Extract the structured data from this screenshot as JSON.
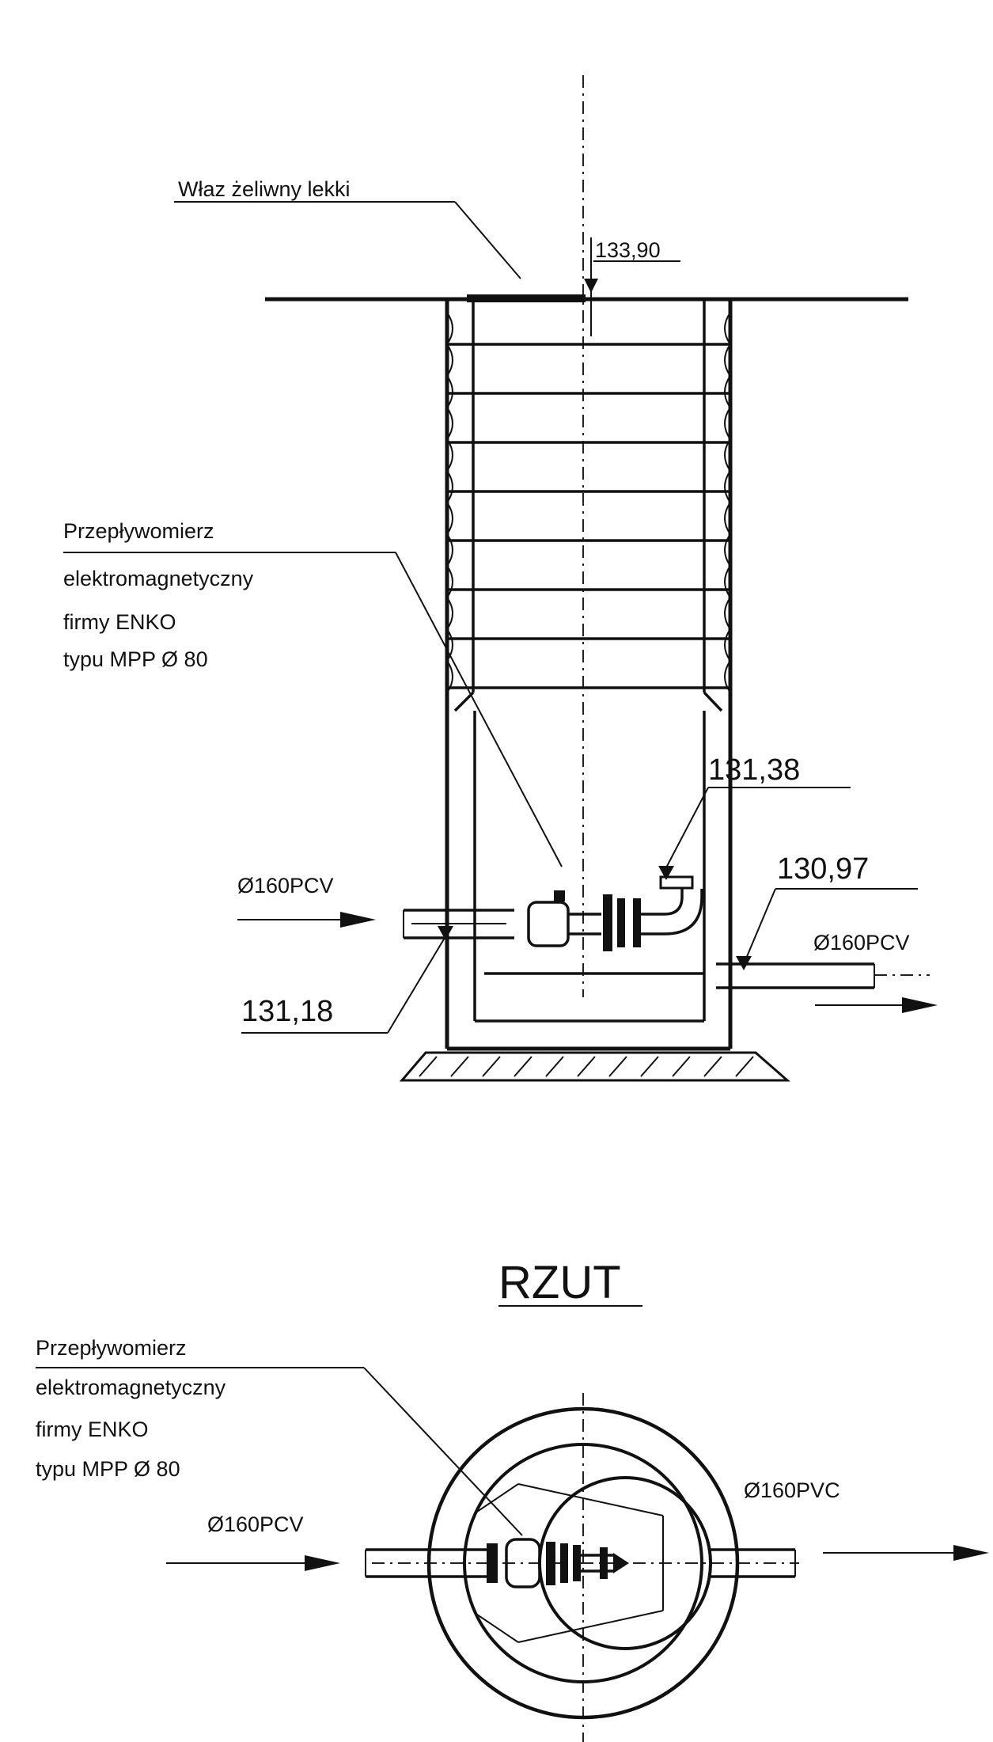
{
  "section_view": {
    "hatch_label": "Właz żeliwny lekki",
    "top_level": "133,90",
    "flowmeter_label": [
      "Przepływomierz",
      "elektromagnetyczny",
      "firmy ENKO",
      "typu MPP  Ø 80"
    ],
    "level_upper_right": "131,38",
    "level_outlet": "130,97",
    "level_inlet": "131,18",
    "inlet_pipe": "Ø160PCV",
    "outlet_pipe": "Ø160PCV"
  },
  "plan_view": {
    "title": "RZUT",
    "flowmeter_label": [
      "Przepływomierz",
      "elektromagnetyczny",
      "firmy ENKO",
      "typu MPP  Ø 80"
    ],
    "inlet_pipe": "Ø160PCV",
    "outlet_pipe": "Ø160PVC"
  }
}
